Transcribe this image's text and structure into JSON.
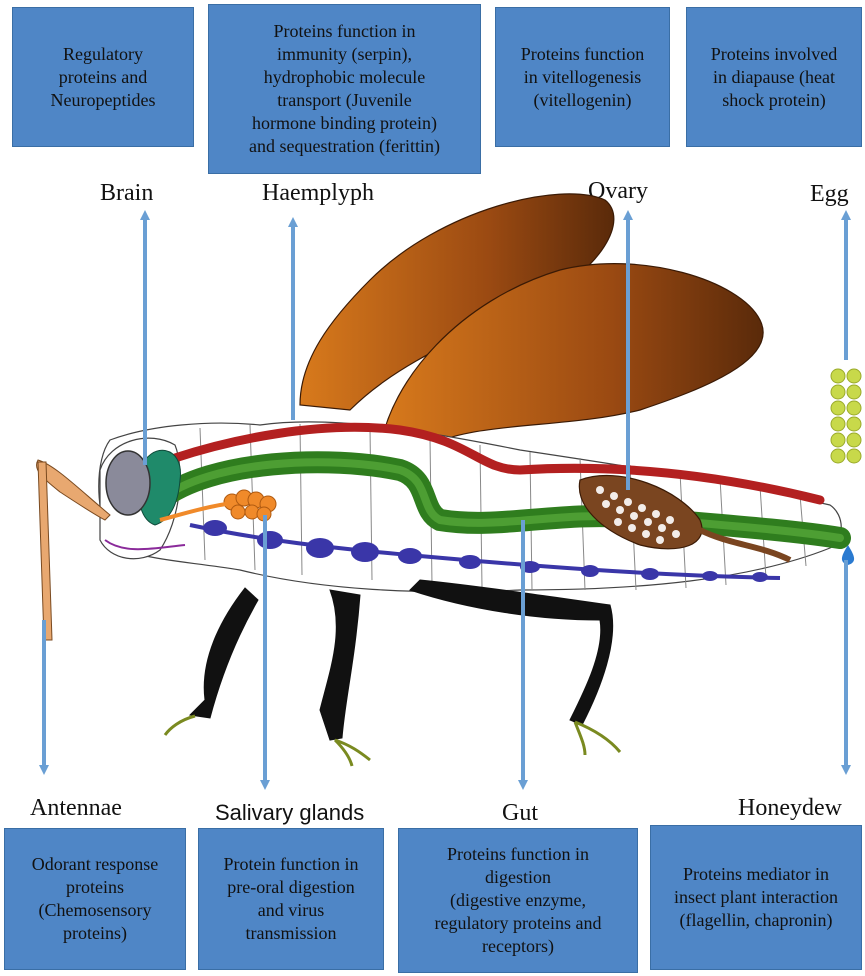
{
  "top_boxes": [
    {
      "id": "brain",
      "text": "Regulatory\nproteins and\nNeuropeptides"
    },
    {
      "id": "haemolymph",
      "text": "Proteins function in\nimmunity  (serpin),\nhydrophobic molecule\ntransport (Juvenile\nhormone binding protein)\nand sequestration (ferittin)"
    },
    {
      "id": "ovary",
      "text": "Proteins function\nin vitellogenesis\n(vitellogenin)"
    },
    {
      "id": "egg",
      "text": "Proteins involved\nin diapause (heat\nshock protein)"
    }
  ],
  "top_labels": {
    "brain": "Brain",
    "haemolymph": "Haemplyph",
    "ovary": "Ovary",
    "egg": "Egg"
  },
  "bottom_labels": {
    "antennae": "Antennae",
    "salivary": "Salivary glands",
    "gut": "Gut",
    "honeydew": "Honeydew"
  },
  "bottom_boxes": [
    {
      "id": "antennae",
      "text": "Odorant response\nproteins\n(Chemosensory\nproteins)"
    },
    {
      "id": "salivary",
      "text": "Protein function in\npre-oral digestion\nand virus\ntransmission"
    },
    {
      "id": "gut",
      "text": "Proteins function in\ndigestion\n(digestive enzyme,\nregulatory proteins and\nreceptors)"
    },
    {
      "id": "honeydew",
      "text": "Proteins mediator in\ninsect plant interaction\n(flagellin,  chapronin)"
    }
  ],
  "colors": {
    "box_fill": "#4f86c6",
    "arrow": "#6a9fd4",
    "wing": "#9b4a12",
    "vessel": "#b32020",
    "gut": "#2f7d1e",
    "nerve": "#3a36a8",
    "egg": "#c8d94a"
  }
}
